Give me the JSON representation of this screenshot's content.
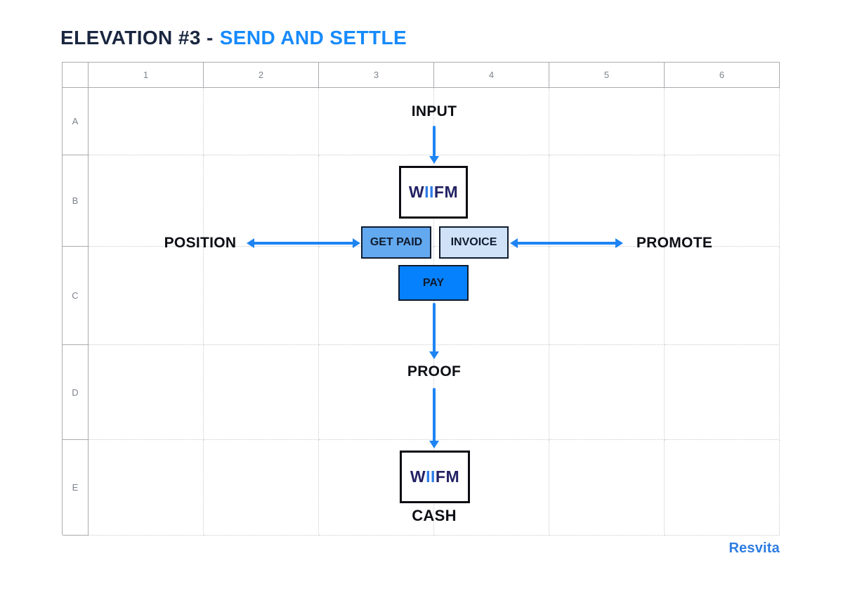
{
  "title": {
    "prefix": "ELEVATION #3 -",
    "highlight": "SEND AND SETTLE"
  },
  "grid": {
    "columns": [
      "1",
      "2",
      "3",
      "4",
      "5",
      "6"
    ],
    "rows": [
      "A",
      "B",
      "C",
      "D",
      "E"
    ]
  },
  "diagram": {
    "input_label": "INPUT",
    "wiifm_box": {
      "part_navy_1": "W",
      "part_blue": "II",
      "part_navy_2": "FM"
    },
    "position_label": "POSITION",
    "get_paid_label": "GET PAID",
    "invoice_label": "INVOICE",
    "promote_label": "PROMOTE",
    "pay_label": "PAY",
    "proof_label": "PROOF",
    "cash_label": "CASH"
  },
  "footer": {
    "brand": "Resvita"
  },
  "colors": {
    "title_navy": "#1B2740",
    "title_blue": "#178AFC",
    "arrow_blue": "#1E84F4",
    "get_paid_fill": "#63A9F0",
    "invoice_fill": "#CFE2F7",
    "pay_fill": "#0681FE",
    "wiifm_navy": "#232264",
    "wiifm_blue": "#2E7DE9",
    "brand_blue": "#2D7CE2"
  }
}
